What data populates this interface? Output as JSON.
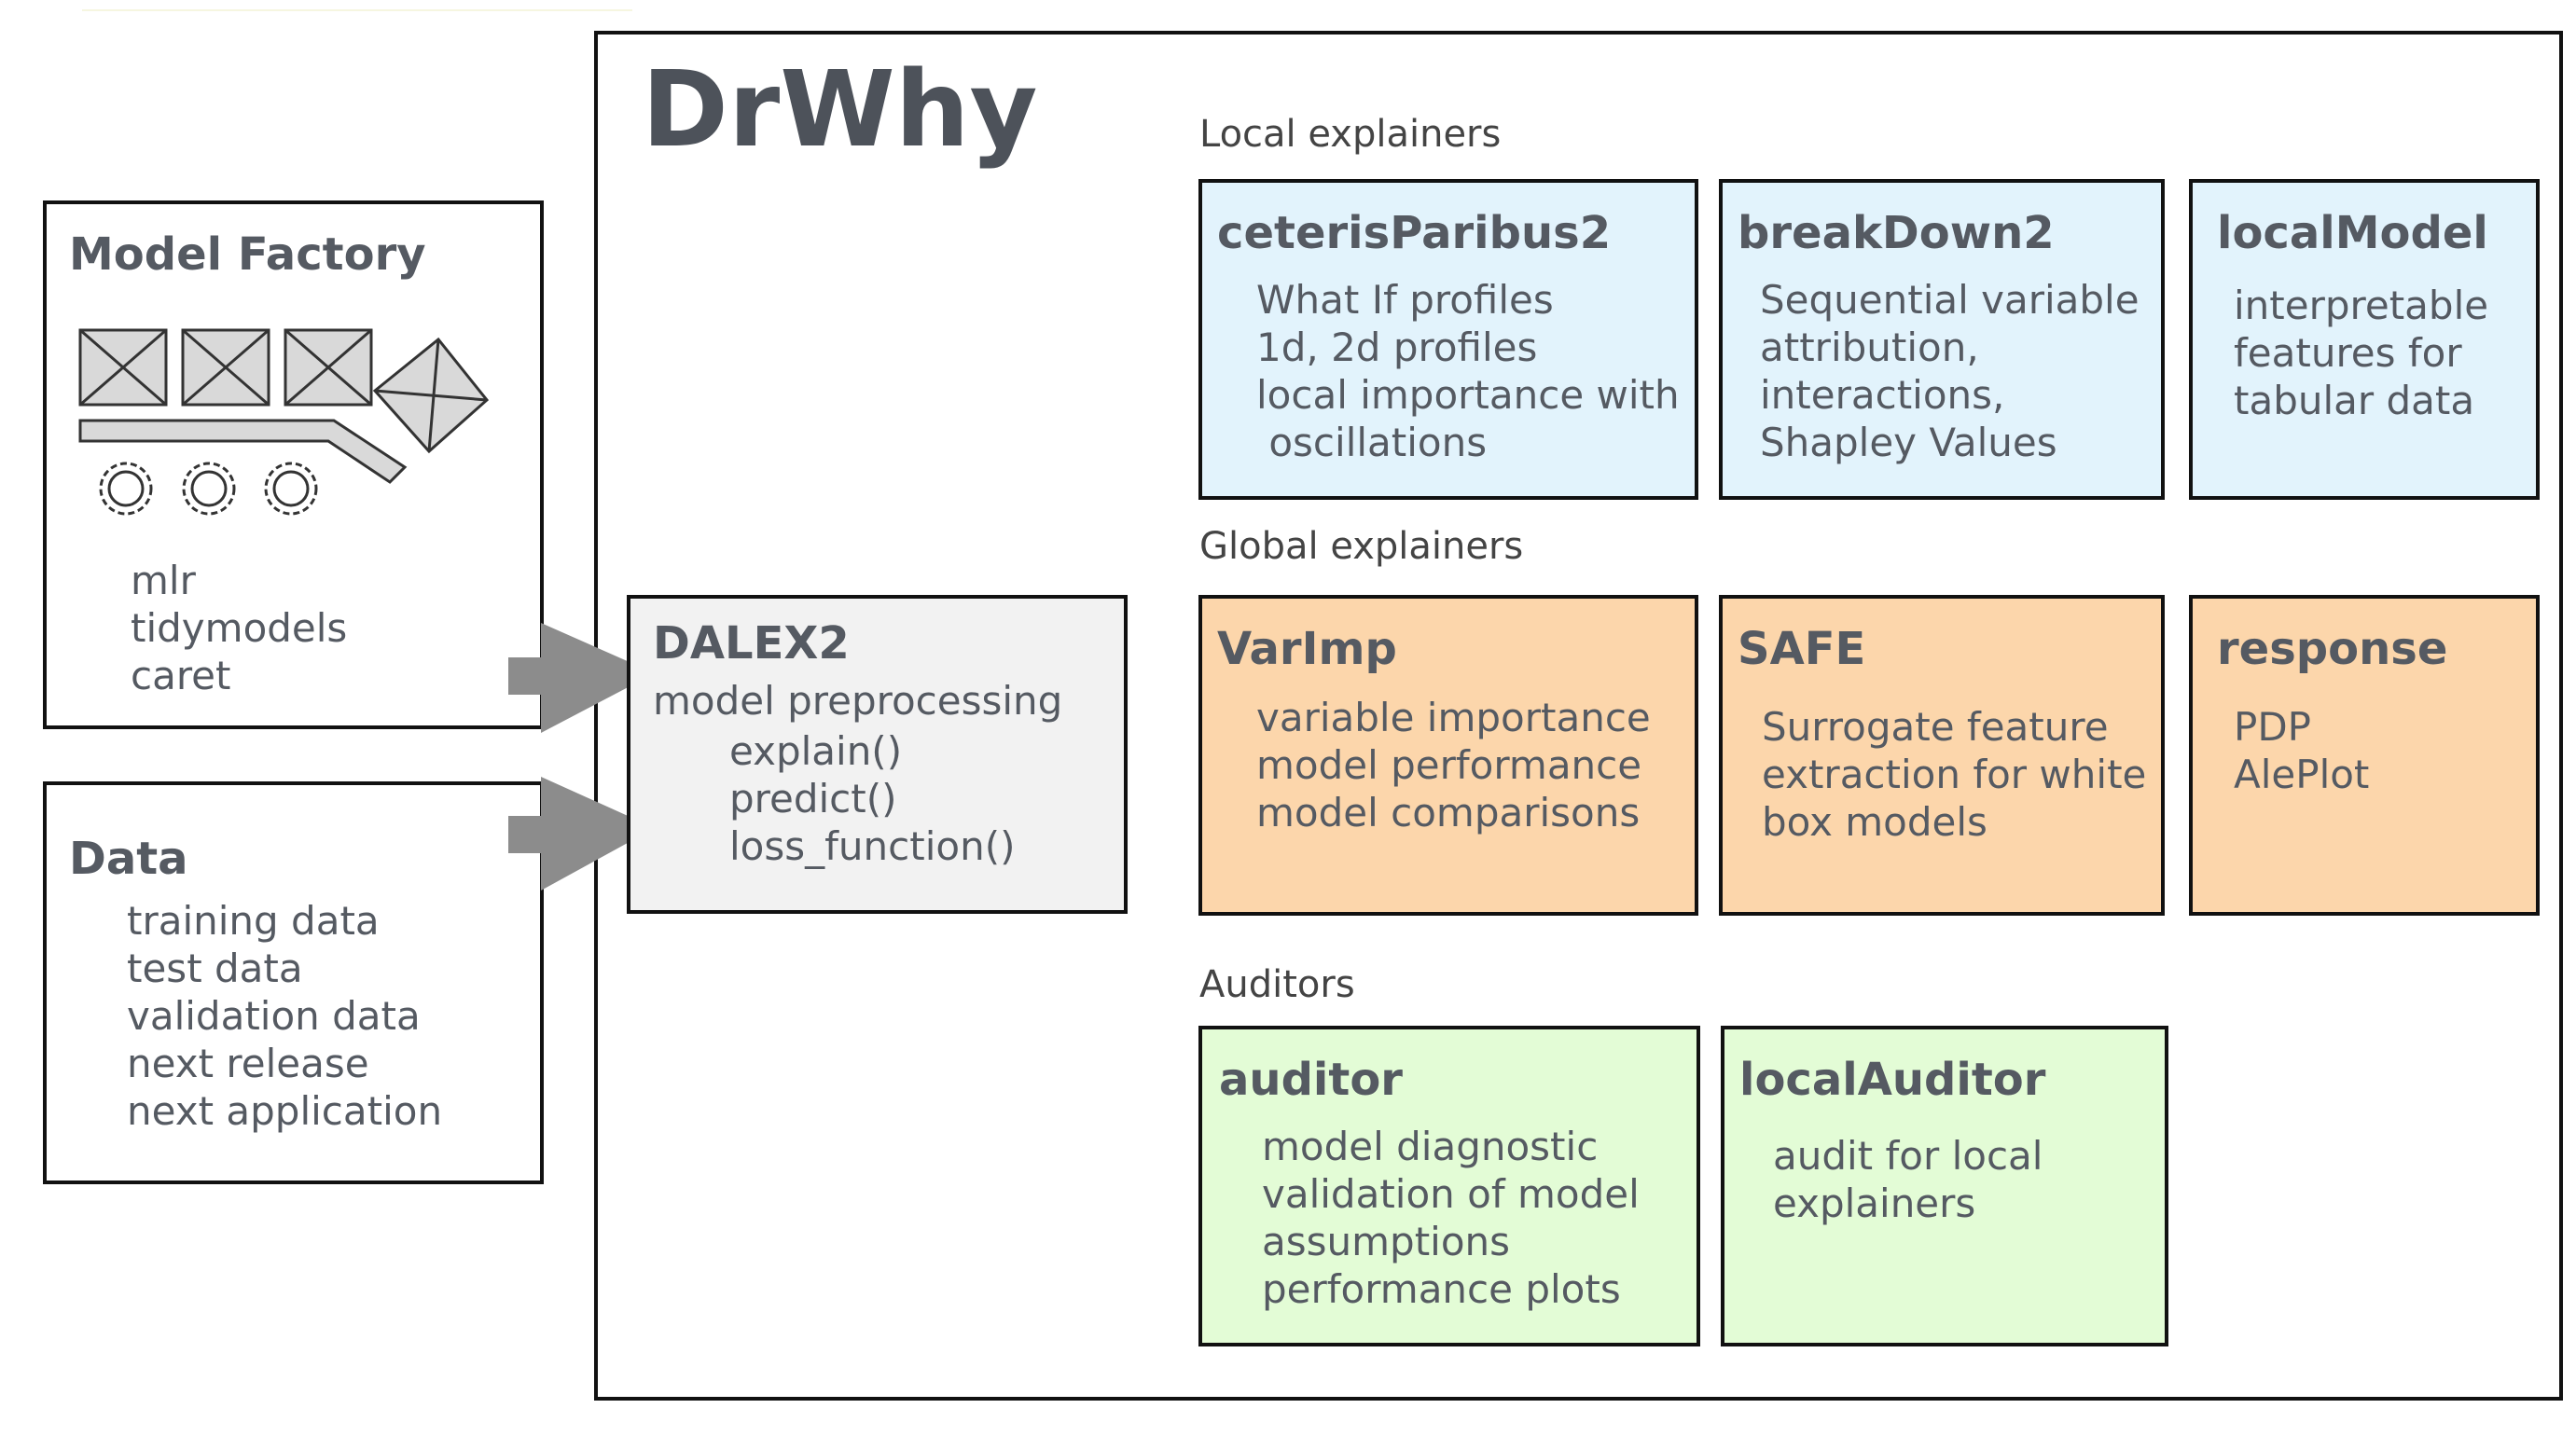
{
  "main_title": "DrWhy",
  "model_factory": {
    "title": "Model Factory",
    "items": [
      "mlr",
      "tidymodels",
      "caret"
    ]
  },
  "data": {
    "title": "Data",
    "items": [
      "training data",
      "test data",
      "validation data",
      "next release",
      "next application"
    ]
  },
  "dalex": {
    "title": "DALEX2",
    "subtitle": "model preprocessing",
    "items": [
      "explain()",
      "predict()",
      "loss_function()"
    ]
  },
  "sections": {
    "local": "Local explainers",
    "global": "Global explainers",
    "auditors": "Auditors"
  },
  "local_explainers": [
    {
      "title": "ceterisParibus2",
      "lines": [
        "What If profiles",
        "1d, 2d profiles",
        "local importance with",
        " oscillations"
      ]
    },
    {
      "title": "breakDown2",
      "lines": [
        "Sequential variable",
        "attribution,",
        "interactions,",
        "Shapley Values"
      ]
    },
    {
      "title": "localModel",
      "lines": [
        "interpretable",
        "features for",
        "tabular data"
      ]
    }
  ],
  "global_explainers": [
    {
      "title": "VarImp",
      "lines": [
        "variable importance",
        "model performance",
        "model comparisons"
      ]
    },
    {
      "title": "SAFE",
      "lines": [
        "Surrogate feature",
        "extraction for white",
        "box models"
      ]
    },
    {
      "title": "response",
      "lines": [
        "PDP",
        "AlePlot"
      ]
    }
  ],
  "auditors": [
    {
      "title": "auditor",
      "lines": [
        "model diagnostic",
        "validation of model",
        "assumptions",
        "performance plots"
      ]
    },
    {
      "title": "localAuditor",
      "lines": [
        "audit for local",
        "explainers"
      ]
    }
  ],
  "colors": {
    "local_fill": "#e2f3fc",
    "global_fill": "#fcd6ab",
    "auditor_fill": "#e3fcd6",
    "dalex_fill": "#f2f2f2",
    "arrow": "#8c8c8c",
    "text": "#555a62"
  },
  "icons": [
    "conveyor-factory-icon",
    "arrow-right-icon"
  ]
}
